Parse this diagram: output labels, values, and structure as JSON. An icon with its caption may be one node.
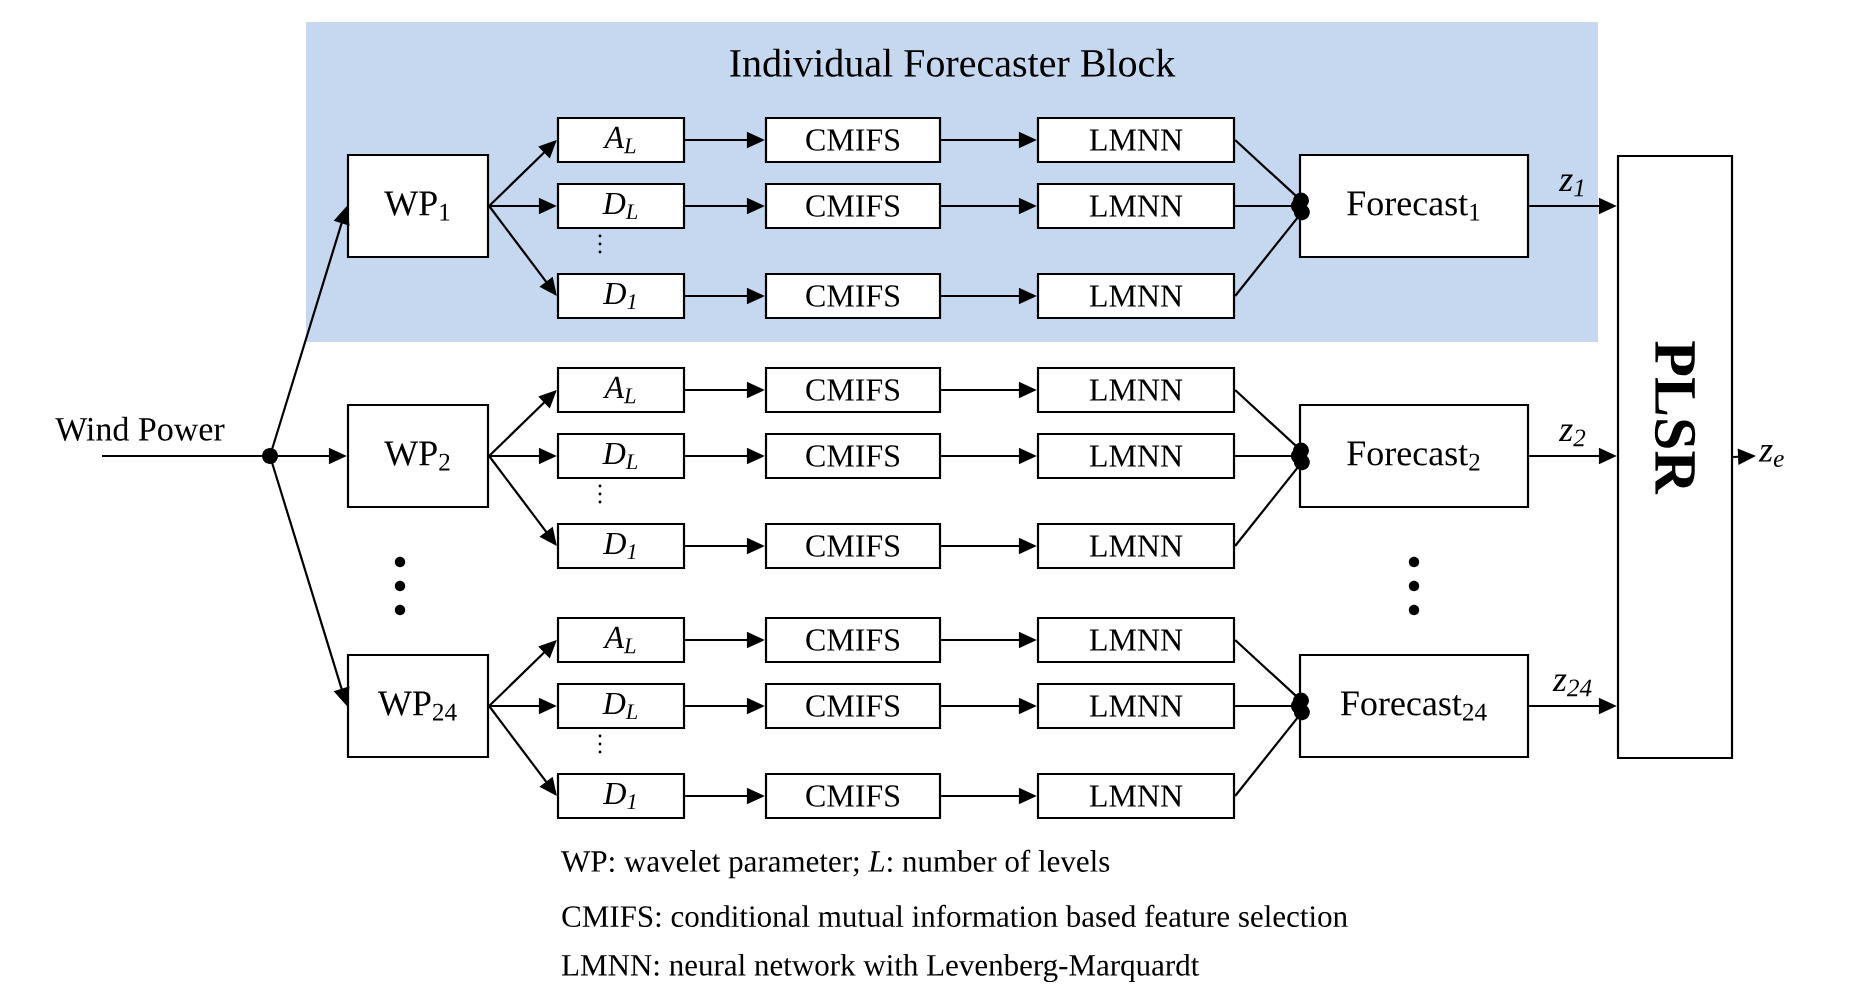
{
  "diagram": {
    "nodes": [
      {
        "text": [
          "Individual Forecaster Block"
        ]
      },
      {
        "text": [
          "Wind Power"
        ]
      },
      {
        "text": [
          "WP$_{1}$"
        ],
        "in": 0
      },
      {
        "text": [
          "A$_{L}$"
        ],
        "in": 0
      },
      {
        "text": [
          "D$_{L}$"
        ],
        "in": 0
      },
      {
        "text": [
          "D$_{1}$"
        ],
        "in": 0
      },
      {
        "text": [
          "CMIFS"
        ],
        "in": 0
      },
      {
        "text": [
          "CMIFS"
        ],
        "in": 0
      },
      {
        "text": [
          "CMIFS"
        ],
        "in": 0
      },
      {
        "text": [
          "LMNN"
        ],
        "in": 0
      },
      {
        "text": [
          "LMNN"
        ],
        "in": 0
      },
      {
        "text": [
          "LMNN"
        ],
        "in": 0
      },
      {
        "text": [
          "Forecast$_{1}$"
        ],
        "in": 0
      },
      {
        "text": [
          "WP$_{2}$"
        ]
      },
      {
        "text": [
          "A$_{L}$"
        ]
      },
      {
        "text": [
          "D$_{L}$"
        ]
      },
      {
        "text": [
          "D$_{1}$"
        ]
      },
      {
        "text": [
          "CMIFS"
        ]
      },
      {
        "text": [
          "CMIFS"
        ]
      },
      {
        "text": [
          "CMIFS"
        ]
      },
      {
        "text": [
          "LMNN"
        ]
      },
      {
        "text": [
          "LMNN"
        ]
      },
      {
        "text": [
          "LMNN"
        ]
      },
      {
        "text": [
          "Forecast$_{2}$"
        ]
      },
      {
        "text": [
          "WP$_{24}$"
        ]
      },
      {
        "text": [
          "A$_{L}$"
        ]
      },
      {
        "text": [
          "D$_{L}$"
        ]
      },
      {
        "text": [
          "D$_{1}$"
        ]
      },
      {
        "text": [
          "CMIFS"
        ]
      },
      {
        "text": [
          "CMIFS"
        ]
      },
      {
        "text": [
          "CMIFS"
        ]
      },
      {
        "text": [
          "LMNN"
        ]
      },
      {
        "text": [
          "LMNN"
        ]
      },
      {
        "text": [
          "LMNN"
        ]
      },
      {
        "text": [
          "Forecast$_{24}$"
        ]
      },
      {
        "text": [
          "PLSR"
        ]
      },
      {
        "text": [
          "z$_{e}$"
        ]
      }
    ],
    "edges": [
      {
        "from": 1,
        "to": 2,
        "arrow": "to"
      },
      {
        "from": 1,
        "to": 13,
        "arrow": "to"
      },
      {
        "from": 1,
        "to": 24,
        "arrow": "to"
      },
      {
        "from": 2,
        "to": 3,
        "arrow": "to"
      },
      {
        "from": 2,
        "to": 4,
        "arrow": "to"
      },
      {
        "from": 2,
        "to": 5,
        "arrow": "to"
      },
      {
        "from": 3,
        "to": 6,
        "arrow": "to"
      },
      {
        "from": 4,
        "to": 7,
        "arrow": "to"
      },
      {
        "from": 5,
        "to": 8,
        "arrow": "to"
      },
      {
        "from": 6,
        "to": 9,
        "arrow": "to"
      },
      {
        "from": 7,
        "to": 10,
        "arrow": "to"
      },
      {
        "from": 8,
        "to": 11,
        "arrow": "to"
      },
      {
        "from": 9,
        "to": 12,
        "arrow": "other"
      },
      {
        "from": 10,
        "to": 12,
        "arrow": "other"
      },
      {
        "from": 11,
        "to": 12,
        "arrow": "other"
      },
      {
        "from": 12,
        "to": 35,
        "arrow": "to",
        "label": "z$_{1}$"
      },
      {
        "from": 13,
        "to": 14,
        "arrow": "to"
      },
      {
        "from": 13,
        "to": 15,
        "arrow": "to"
      },
      {
        "from": 13,
        "to": 16,
        "arrow": "to"
      },
      {
        "from": 14,
        "to": 17,
        "arrow": "to"
      },
      {
        "from": 15,
        "to": 18,
        "arrow": "to"
      },
      {
        "from": 16,
        "to": 19,
        "arrow": "to"
      },
      {
        "from": 17,
        "to": 20,
        "arrow": "to"
      },
      {
        "from": 18,
        "to": 21,
        "arrow": "to"
      },
      {
        "from": 19,
        "to": 22,
        "arrow": "to"
      },
      {
        "from": 20,
        "to": 23,
        "arrow": "other"
      },
      {
        "from": 21,
        "to": 23,
        "arrow": "other"
      },
      {
        "from": 22,
        "to": 23,
        "arrow": "other"
      },
      {
        "from": 23,
        "to": 35,
        "arrow": "to",
        "label": "z$_{2}$"
      },
      {
        "from": 24,
        "to": 25,
        "arrow": "to"
      },
      {
        "from": 24,
        "to": 26,
        "arrow": "to"
      },
      {
        "from": 24,
        "to": 27,
        "arrow": "to"
      },
      {
        "from": 25,
        "to": 28,
        "arrow": "to"
      },
      {
        "from": 26,
        "to": 29,
        "arrow": "to"
      },
      {
        "from": 27,
        "to": 30,
        "arrow": "to"
      },
      {
        "from": 28,
        "to": 31,
        "arrow": "to"
      },
      {
        "from": 29,
        "to": 32,
        "arrow": "to"
      },
      {
        "from": 30,
        "to": 33,
        "arrow": "to"
      },
      {
        "from": 31,
        "to": 34,
        "arrow": "other"
      },
      {
        "from": 32,
        "to": 34,
        "arrow": "other"
      },
      {
        "from": 33,
        "to": 34,
        "arrow": "other"
      },
      {
        "from": 34,
        "to": 35,
        "arrow": "to",
        "label": "z$_{24}$"
      },
      {
        "from": 35,
        "to": 36,
        "arrow": "to"
      }
    ],
    "labels": [
      "WP: wavelet parameter; *L*: number of levels",
      "CMIFS: conditional mutual information based feature selection",
      "LMNN: neural network with Levenberg-Marquardt"
    ]
  }
}
